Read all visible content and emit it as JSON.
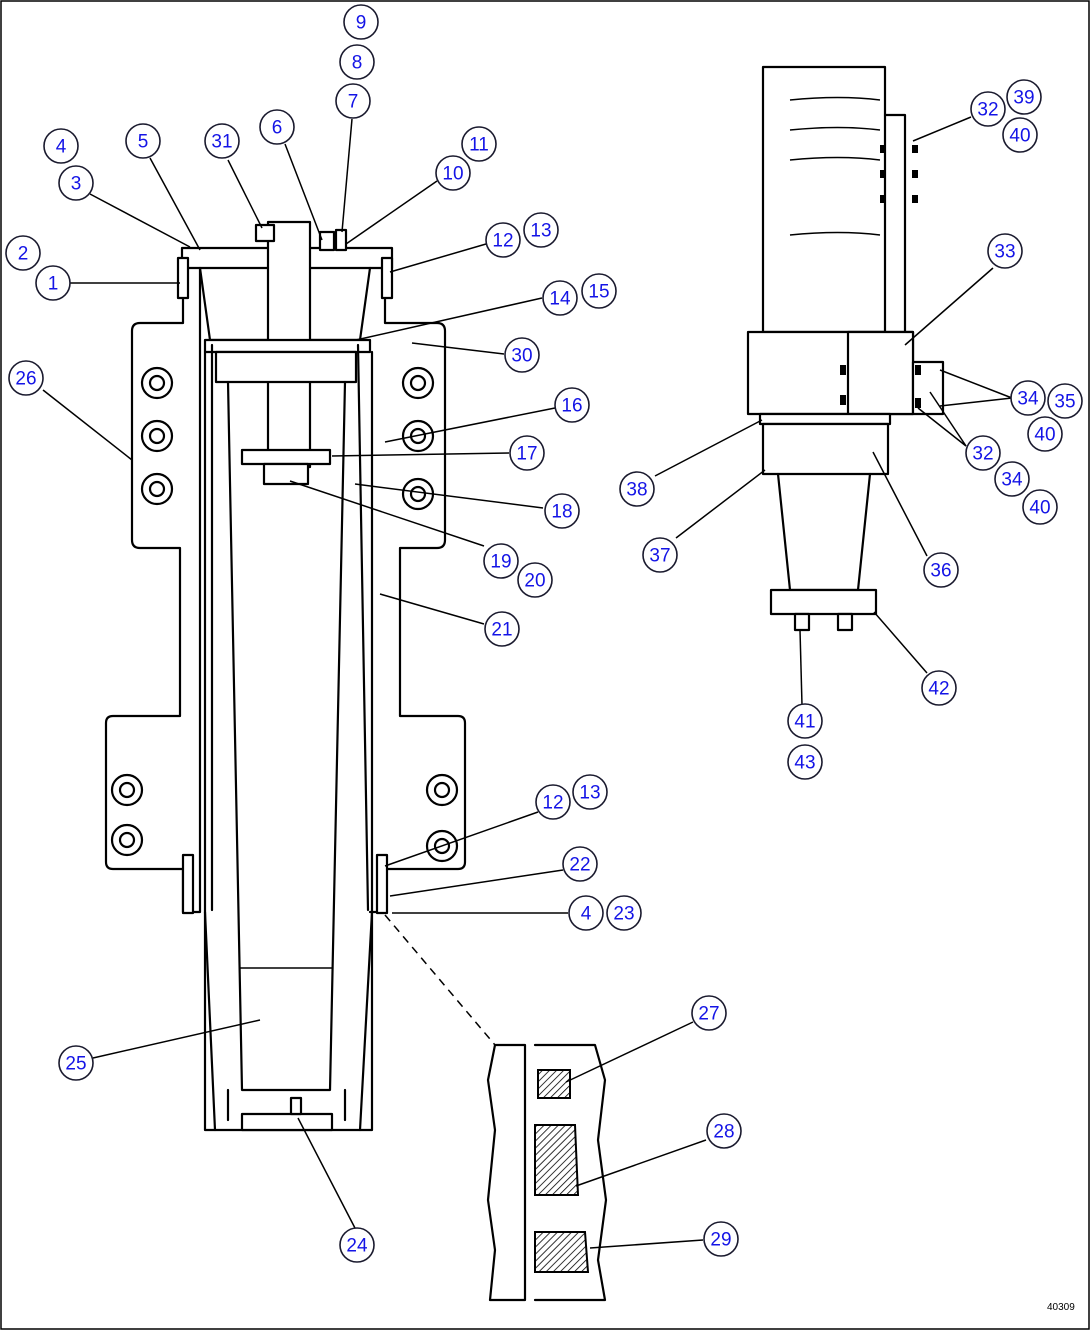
{
  "figure_code": "40309",
  "colors": {
    "callout_text": "#1414e6",
    "line": "#000000",
    "background": "#ffffff"
  },
  "callouts": [
    {
      "id": "c9",
      "label": "9"
    },
    {
      "id": "c8",
      "label": "8"
    },
    {
      "id": "c7",
      "label": "7"
    },
    {
      "id": "c6",
      "label": "6"
    },
    {
      "id": "c31",
      "label": "31"
    },
    {
      "id": "c5",
      "label": "5"
    },
    {
      "id": "c4a",
      "label": "4"
    },
    {
      "id": "c3",
      "label": "3"
    },
    {
      "id": "c11",
      "label": "11"
    },
    {
      "id": "c10",
      "label": "10"
    },
    {
      "id": "c12a",
      "label": "12"
    },
    {
      "id": "c13a",
      "label": "13"
    },
    {
      "id": "c2",
      "label": "2"
    },
    {
      "id": "c1",
      "label": "1"
    },
    {
      "id": "c14",
      "label": "14"
    },
    {
      "id": "c15",
      "label": "15"
    },
    {
      "id": "c30",
      "label": "30"
    },
    {
      "id": "c26",
      "label": "26"
    },
    {
      "id": "c16",
      "label": "16"
    },
    {
      "id": "c17",
      "label": "17"
    },
    {
      "id": "c18",
      "label": "18"
    },
    {
      "id": "c19",
      "label": "19"
    },
    {
      "id": "c20",
      "label": "20"
    },
    {
      "id": "c21",
      "label": "21"
    },
    {
      "id": "c12b",
      "label": "12"
    },
    {
      "id": "c13b",
      "label": "13"
    },
    {
      "id": "c22",
      "label": "22"
    },
    {
      "id": "c4b",
      "label": "4"
    },
    {
      "id": "c23",
      "label": "23"
    },
    {
      "id": "c25",
      "label": "25"
    },
    {
      "id": "c24",
      "label": "24"
    },
    {
      "id": "c27",
      "label": "27"
    },
    {
      "id": "c28",
      "label": "28"
    },
    {
      "id": "c29",
      "label": "29"
    },
    {
      "id": "c32a",
      "label": "32"
    },
    {
      "id": "c39",
      "label": "39"
    },
    {
      "id": "c40a",
      "label": "40"
    },
    {
      "id": "c33",
      "label": "33"
    },
    {
      "id": "c34a",
      "label": "34"
    },
    {
      "id": "c35",
      "label": "35"
    },
    {
      "id": "c40b",
      "label": "40"
    },
    {
      "id": "c32b",
      "label": "32"
    },
    {
      "id": "c34b",
      "label": "34"
    },
    {
      "id": "c40c",
      "label": "40"
    },
    {
      "id": "c38",
      "label": "38"
    },
    {
      "id": "c37",
      "label": "37"
    },
    {
      "id": "c36",
      "label": "36"
    },
    {
      "id": "c42",
      "label": "42"
    },
    {
      "id": "c41",
      "label": "41"
    },
    {
      "id": "c43",
      "label": "43"
    }
  ]
}
